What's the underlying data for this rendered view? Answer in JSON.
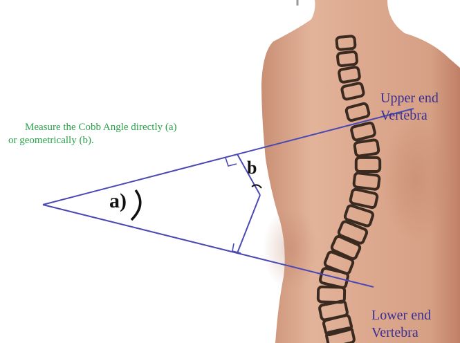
{
  "caption": {
    "line1": "Measure the Cobb Angle directly (a)",
    "line2": "or geometrically (b)."
  },
  "labels": {
    "upper_line1": "Upper end",
    "upper_line2": "Vertebra",
    "lower_line1": "Lower end",
    "lower_line2": "Vertebra",
    "angle_a": "a)",
    "angle_b": "b"
  },
  "colors": {
    "caption": "#2ba14b",
    "labels": "#3b2f8f",
    "lines": "#4a49b3",
    "skin": "#d9a58b",
    "vertebra": "#3a2a20"
  },
  "vertebrae_count": 19
}
